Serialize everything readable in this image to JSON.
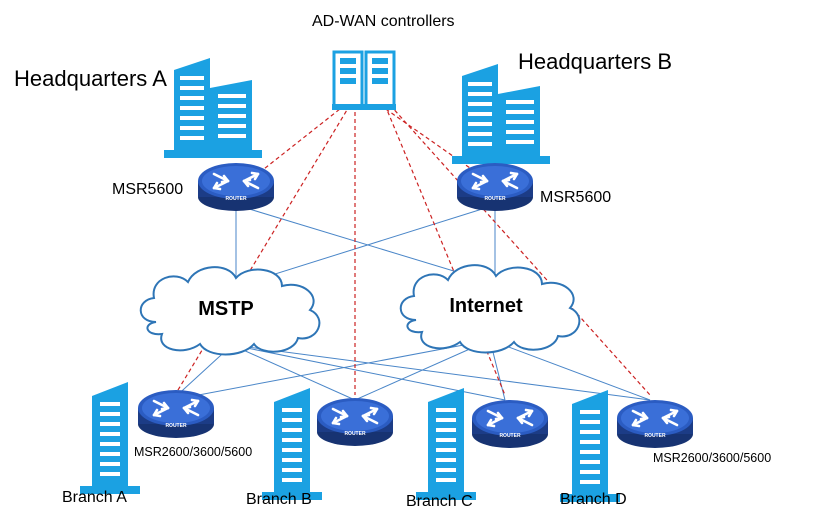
{
  "diagram": {
    "controllers_label": "AD-WAN controllers",
    "hq_a_label": "Headquarters A",
    "hq_b_label": "Headquarters B",
    "hq_a_router_label": "MSR5600",
    "hq_b_router_label": "MSR5600",
    "mstp_label": "MSTP",
    "internet_label": "Internet",
    "branch_router_label_left": "MSR2600/3600/5600",
    "branch_router_label_right": "MSR2600/3600/5600",
    "router_badge": "ROUTER",
    "branches": [
      "Branch A",
      "Branch B",
      "Branch C",
      "Branch D"
    ]
  },
  "colors": {
    "building": "#1ba1e2",
    "router_body": "#1f3f8f",
    "router_top": "#2a5bc0",
    "link": "#4a86c8",
    "control_link": "#cc2222",
    "cloud_stroke": "#2e75b6"
  }
}
